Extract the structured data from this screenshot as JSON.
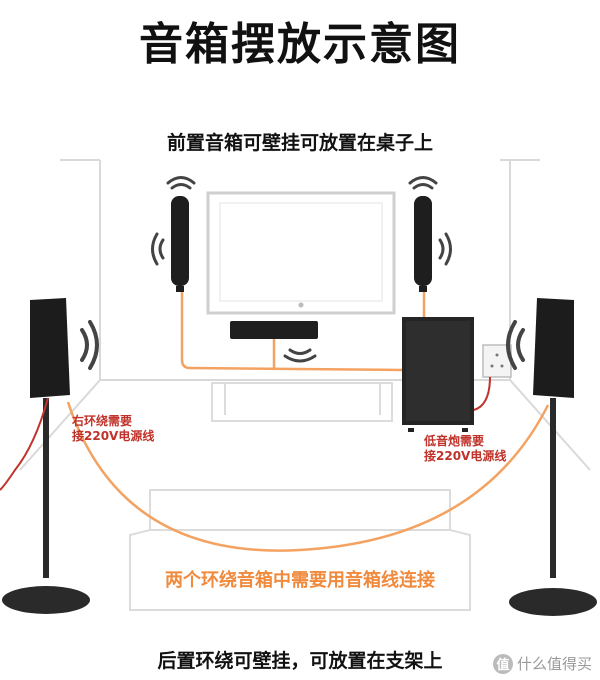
{
  "title": "音箱摆放示意图",
  "front_caption": "前置音箱可壁挂可放置在桌子上",
  "rear_caption": "后置环绕可壁挂，可放置在支架上",
  "right_surround_note": [
    "右环绕需要",
    "接220V电源线"
  ],
  "subwoofer_note": [
    "低音炮需要",
    "接220V电源线"
  ],
  "surround_wire_note": "两个环绕音箱中需要用音箱线连接",
  "watermark": {
    "badge": "值",
    "text": "什么值得买"
  },
  "colors": {
    "wire_orange": "#f4a261",
    "power_red": "#c0322a",
    "outline": "#d9d9d9"
  }
}
